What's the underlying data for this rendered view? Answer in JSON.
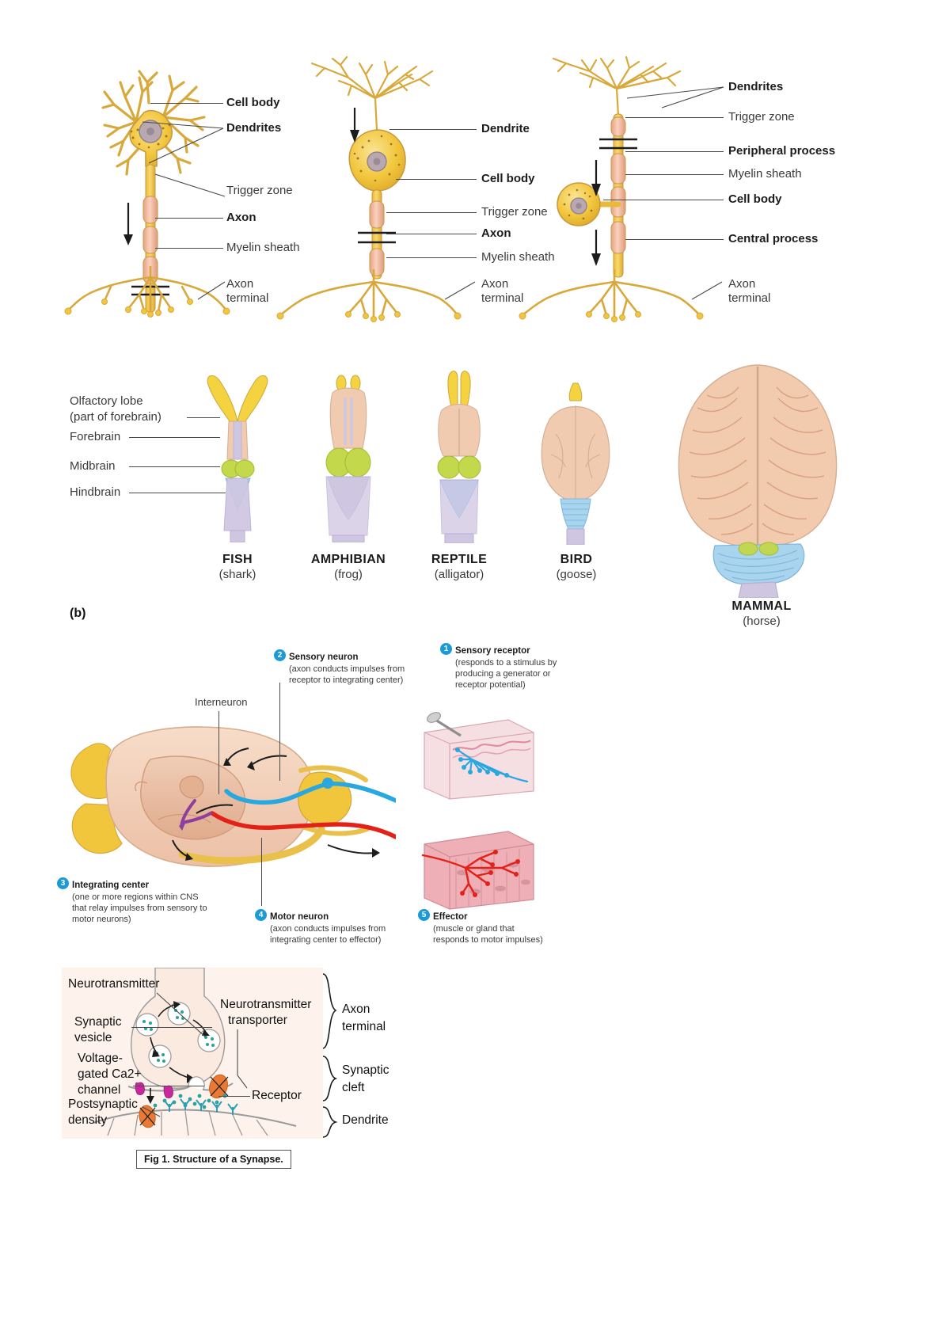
{
  "figure": {
    "caption": "Fig 1. Structure of a Synapse.",
    "panel_letter": "(b)"
  },
  "neurons": {
    "multipolar": {
      "name": "multipolar-neuron",
      "labels": {
        "cell_body": "Cell body",
        "dendrites": "Dendrites",
        "trigger_zone": "Trigger zone",
        "axon": "Axon",
        "myelin_sheath": "Myelin sheath",
        "axon_terminal_l1": "Axon",
        "axon_terminal_l2": "terminal"
      }
    },
    "bipolar": {
      "name": "bipolar-neuron",
      "labels": {
        "dendrite": "Dendrite",
        "cell_body": "Cell body",
        "trigger_zone": "Trigger zone",
        "axon": "Axon",
        "myelin_sheath": "Myelin sheath",
        "axon_terminal_l1": "Axon",
        "axon_terminal_l2": "terminal"
      }
    },
    "unipolar": {
      "name": "unipolar-neuron",
      "labels": {
        "dendrites": "Dendrites",
        "trigger_zone": "Trigger zone",
        "peripheral_process": "Peripheral process",
        "myelin_sheath": "Myelin sheath",
        "cell_body": "Cell body",
        "central_process": "Central process",
        "axon_terminal_l1": "Axon",
        "axon_terminal_l2": "terminal"
      }
    }
  },
  "brains": {
    "region_labels": {
      "olfactory_l1": "Olfactory lobe",
      "olfactory_l2": "(part of forebrain)",
      "forebrain": "Forebrain",
      "midbrain": "Midbrain",
      "hindbrain": "Hindbrain"
    },
    "items": [
      {
        "species": "FISH",
        "common": "(shark)"
      },
      {
        "species": "AMPHIBIAN",
        "common": "(frog)"
      },
      {
        "species": "REPTILE",
        "common": "(alligator)"
      },
      {
        "species": "BIRD",
        "common": "(goose)"
      },
      {
        "species": "MAMMAL",
        "common": "(horse)"
      }
    ]
  },
  "reflex_arc": {
    "interneuron_label": "Interneuron",
    "steps": [
      {
        "number": "1",
        "title": "Sensory receptor",
        "body": "(responds to a stimulus by producing a generator or receptor potential)"
      },
      {
        "number": "2",
        "title": "Sensory neuron",
        "body": "(axon conducts impulses from receptor to integrating center)"
      },
      {
        "number": "3",
        "title": "Integrating center",
        "body": "(one or more regions within CNS that relay impulses from sensory to motor neurons)"
      },
      {
        "number": "4",
        "title": "Motor neuron",
        "body": "(axon conducts impulses from integrating center to effector)"
      },
      {
        "number": "5",
        "title": "Effector",
        "body": "(muscle or gland that responds to motor impulses)"
      }
    ]
  },
  "synapse": {
    "labels": {
      "neurotransmitter": "Neurotransmitter",
      "synaptic_vesicle_l1": "Synaptic",
      "synaptic_vesicle_l2": "vesicle",
      "voltage_gated_l1": "Voltage-",
      "voltage_gated_l2": "gated Ca2+",
      "voltage_gated_l3": "channel",
      "postsynaptic_l1": "Postsynaptic",
      "postsynaptic_l2": "density",
      "transporter_l1": "Neurotransmitter",
      "transporter_l2": "transporter",
      "receptor": "Receptor",
      "axon_terminal_l1": "Axon",
      "axon_terminal_l2": "terminal",
      "synaptic_cleft_l1": "Synaptic",
      "synaptic_cleft_l2": "cleft",
      "dendrite": "Dendrite"
    }
  },
  "colors": {
    "neuron_yellow": "#f2c63c",
    "neuron_outline": "#c89a43",
    "myelin": "#f0b59b",
    "callout_blue": "#1b9ad6",
    "sensory_blue": "#29a8e0",
    "motor_red": "#e32119",
    "interneuron_purple": "#8e3f9e",
    "brain_forebrain": "#f0cbb0",
    "brain_midbrain": "#c3d84a",
    "brain_hindbrain": "#a9d4ee",
    "brain_olfactory": "#f5d23f",
    "brain_cord": "#cfc6e2",
    "muscle_pink": "#e8a0a8",
    "skin_pink": "#f3c6cf",
    "vesicle_teal": "#2aa39a",
    "ca_channel_magenta": "#c5299b",
    "transporter_orange": "#e87a35"
  }
}
